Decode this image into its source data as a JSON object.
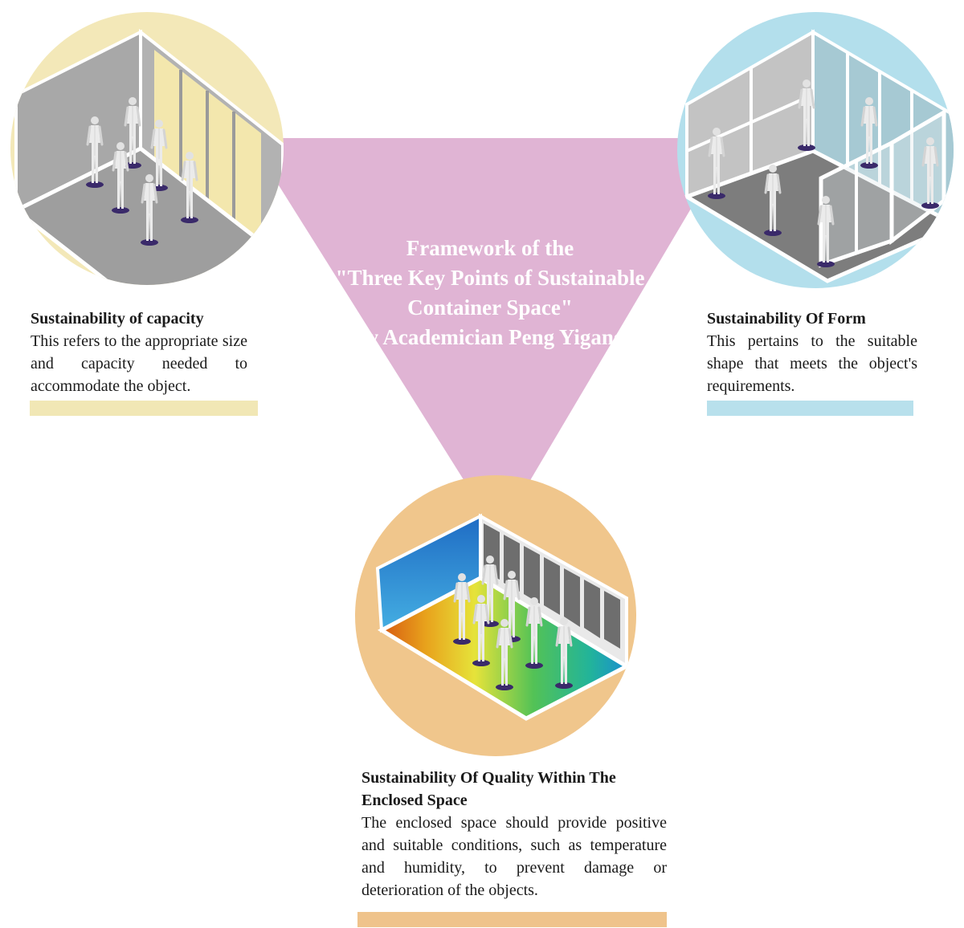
{
  "title": {
    "lines": [
      "Framework of the",
      "\"Three Key Points of Sustainable",
      "Container Space\"",
      "by Academician Peng Yigang"
    ]
  },
  "capacity": {
    "heading": "Sustainability of capacity",
    "body": "This refers to the appropriate size and capacity needed to accommodate the object."
  },
  "form": {
    "heading": "Sustainability Of Form",
    "body": "This pertains to the suitable shape that meets the object's requirements."
  },
  "quality": {
    "heading": "Sustainability Of Quality Within The Enclosed Space",
    "body": "The enclosed space should provide positive and suitable conditions, such as temperature and humidity, to prevent damage or deterioration of the objects."
  },
  "colors": {
    "triangle": "#e0b4d4",
    "capacity_circle": "#f3e8b8",
    "form_circle": "#b3dfec",
    "quality_circle": "#f0c68c",
    "capacity_bar": "#f1e7b5",
    "form_bar": "#b8e0ec",
    "quality_bar": "#efc38b"
  }
}
